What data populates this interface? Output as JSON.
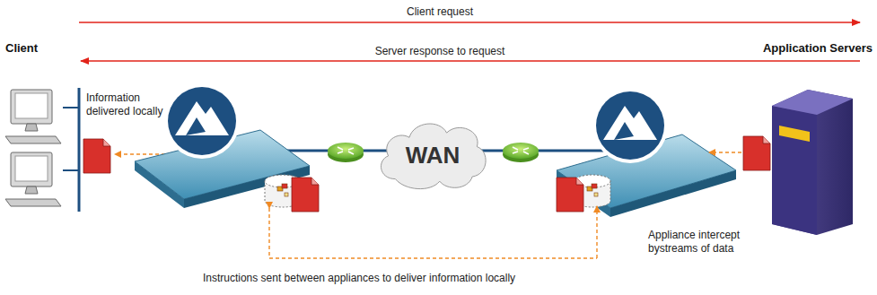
{
  "diagram": {
    "nodes": [
      {
        "text": [
          "WAN"
        ]
      }
    ],
    "labels": [
      "Client request",
      "Server response to request",
      "Client",
      "Application Servers",
      "Information delivered locally",
      "Appliance intercept bystreams of data",
      "Instructions sent between appliances to deliver information locally"
    ]
  }
}
